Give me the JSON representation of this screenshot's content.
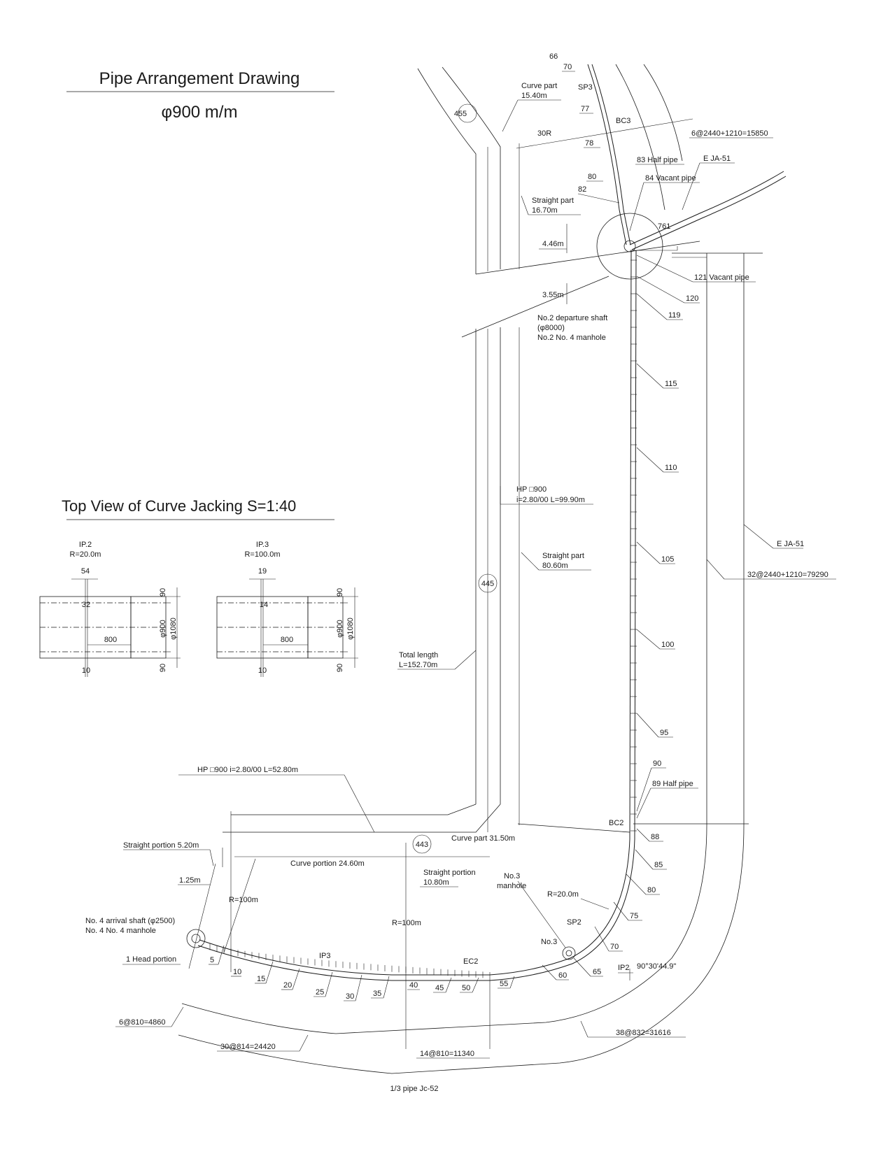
{
  "titles": {
    "main": "Pipe Arrangement Drawing",
    "diameter": "φ900 m/m",
    "top_view": "Top View of Curve Jacking  S=1:40"
  },
  "detail_ip2": {
    "ip": "IP.2",
    "radius": "R=20.0m",
    "top": "54",
    "mid": "32",
    "length": "800",
    "bottom": "10",
    "gap_top": "90",
    "gap_bottom": "90",
    "d_inner": "φ900",
    "d_outer": "φ1080"
  },
  "detail_ip3": {
    "ip": "IP.3",
    "radius": "R=100.0m",
    "top": "19",
    "mid": "14",
    "length": "800",
    "bottom": "10",
    "gap_top": "90",
    "gap_bottom": "90",
    "d_inner": "φ900",
    "d_outer": "φ1080"
  },
  "top_labels": {
    "n66": "66",
    "n70": "70",
    "sp3": "SP3",
    "curve_part": "Curve part",
    "curve_part_len": "15.40m",
    "n77": "77",
    "bc3": "BC3",
    "r30": "30R",
    "n78": "78",
    "span_6": "6@2440+1210=15850",
    "half_pipe_83": "83 Half pipe",
    "eja_top": "E JA-51",
    "n80": "80",
    "vacant_84": "84 Vacant pipe",
    "n82": "82",
    "straight_part": "Straight part",
    "straight_part_len": "16.70m",
    "n761": "761",
    "d446": "4.46m",
    "vacant_121": "121 Vacant pipe",
    "d355": "3.55m",
    "n120": "120",
    "n119": "119",
    "shaft2_a": "No.2 departure shaft",
    "shaft2_b": "(φ8000)",
    "shaft2_c": "No.2  No. 4 manhole",
    "circle455": "455"
  },
  "mid_labels": {
    "n115": "115",
    "n110": "110",
    "hp": "HP   □900",
    "hp_slope": "i=2.80/00 L=99.90m",
    "straight2": "Straight part",
    "straight2_len": "80.60m",
    "n105": "105",
    "eja_mid": "E JA-51",
    "span_32": "32@2440+1210=79290",
    "circle445": "445",
    "n100": "100",
    "total": "Total length",
    "total_len": "L=152.70m",
    "n95": "95",
    "n90": "90",
    "half_89": "89 Half pipe"
  },
  "bottom_labels": {
    "hp_bottom": "HP   □900   i=2.80/00   L=52.80m",
    "bc2": "BC2",
    "n88": "88",
    "straight_portion": "Straight portion 5.20m",
    "circle443": "443",
    "curve_part_315": "Curve part 31.50m",
    "curve_portion": "Curve portion 24.60m",
    "straight_portion2": "Straight portion",
    "straight_portion2_len": "10.80m",
    "no3_a": "No.3",
    "no3_b": "manhole",
    "n85": "85",
    "d125": "1.25m",
    "r100a": "R=100m",
    "r20": "R=20.0m",
    "n80b": "80",
    "n75": "75",
    "arrival_a": "No. 4 arrival shaft (φ2500)",
    "arrival_b": "No. 4  No. 4 manhole",
    "r100b": "R=100m",
    "sp2": "SP2",
    "n70b": "70",
    "no3": "No.3",
    "head": "1 Head portion",
    "n5": "5",
    "ip3": "IP3",
    "ec2": "EC2",
    "ip2": "IP2",
    "ip2_angle": "90°30'44.9\"",
    "n10": "10",
    "n15": "15",
    "n20": "20",
    "n25": "25",
    "n30": "30",
    "n35": "35",
    "n40": "40",
    "n45": "45",
    "n50": "50",
    "n55": "55",
    "n60": "60",
    "n65": "65",
    "span_6_810": "6@810=4860",
    "span_38": "38@832=31616",
    "span_30": "30@814=24420",
    "span_14": "14@810=11340",
    "footer": "1/3 pipe    Jc-52"
  }
}
